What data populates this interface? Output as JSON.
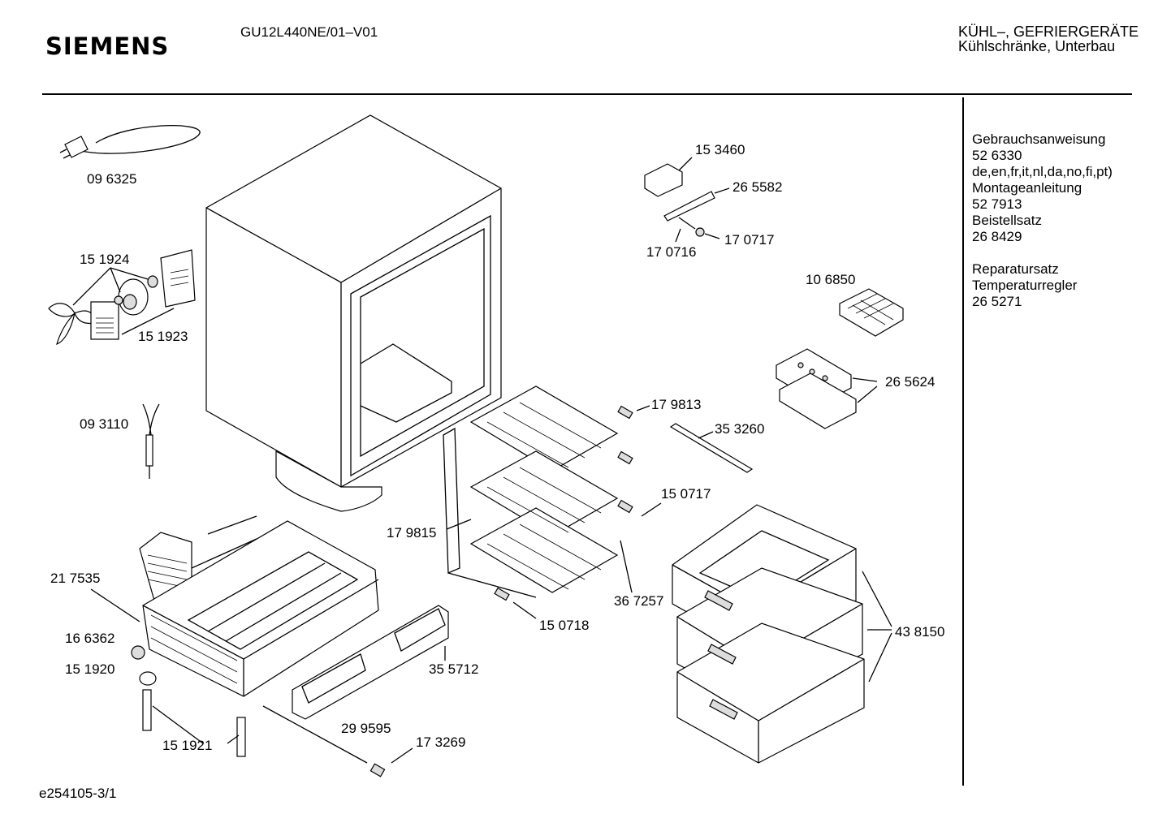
{
  "header": {
    "brand": "SIEMENS",
    "model": "GU12L440NE/01–V01",
    "category_line1": "KÜHL–, GEFRIERGERÄTE",
    "category_line2": "Kühlschränke, Unterbau"
  },
  "sidebar": {
    "lines": [
      "Gebrauchsanweisung",
      "52 6330",
      "de,en,fr,it,nl,da,no,fi,pt)",
      "Montageanleitung",
      "52 7913",
      "Beistellsatz",
      "26 8429",
      "",
      "Reparatursatz",
      "Temperaturregler",
      "26 5271"
    ]
  },
  "parts": {
    "p096325": "09 6325",
    "p151924": "15 1924",
    "p151923": "15 1923",
    "p093110": "09 3110",
    "p217535": "21 7535",
    "p166362": "16 6362",
    "p151920": "15 1920",
    "p151921": "15 1921",
    "p299595": "29 9595",
    "p173269": "17 3269",
    "p355712": "35 5712",
    "p153460": "15 3460",
    "p265582": "26 5582",
    "p170716": "17 0716",
    "p170717": "17 0717",
    "p106850": "10 6850",
    "p265624": "26 5624",
    "p179813": "17 9813",
    "p353260": "35 3260",
    "p150717": "15 0717",
    "p179815": "17 9815",
    "p367257": "36 7257",
    "p150718": "15 0718",
    "p438150": "43 8150"
  },
  "footer": {
    "doc_id": "e254105-3/1"
  }
}
